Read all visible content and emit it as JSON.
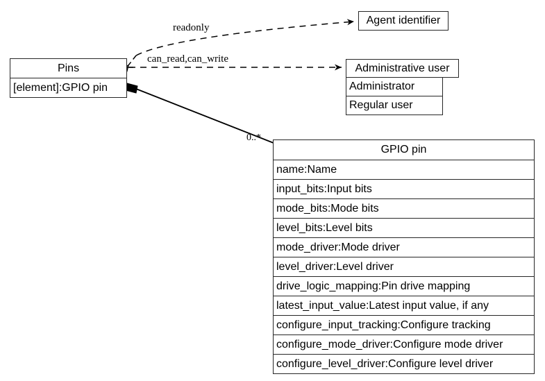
{
  "diagram": {
    "type": "uml-class-diagram",
    "background_color": "#ffffff",
    "line_color": "#000000",
    "border_color": "#262626",
    "classes": [
      {
        "id": "pins",
        "name": "Pins",
        "attributes": [
          "[element]:GPIO pin"
        ]
      },
      {
        "id": "agent-identifier",
        "name": "Agent identifier",
        "attributes": []
      },
      {
        "id": "administrative-user",
        "name": "Administrative user",
        "attributes": [
          "Administrator",
          "Regular user"
        ]
      },
      {
        "id": "gpio-pin",
        "name": "GPIO pin",
        "attributes": [
          "name:Name",
          "input_bits:Input bits",
          "mode_bits:Mode bits",
          "level_bits:Level bits",
          "mode_driver:Mode driver",
          "level_driver:Level driver",
          "drive_logic_mapping:Pin drive mapping",
          "latest_input_value:Latest input value, if any",
          "configure_input_tracking:Configure tracking",
          "configure_mode_driver:Configure mode driver",
          "configure_level_driver:Configure level driver"
        ]
      }
    ],
    "edges": [
      {
        "id": "readonly",
        "from": "pins",
        "to": "agent-identifier",
        "style": "dashed",
        "label": "readonly",
        "arrow": "open"
      },
      {
        "id": "can-read-can-write",
        "from": "pins",
        "to": "administrative-user",
        "style": "dashed",
        "label": "can_read,can_write",
        "arrow": "open"
      },
      {
        "id": "composition",
        "from": "pins",
        "to": "gpio-pin",
        "style": "solid",
        "label": "0..*",
        "arrow": "filled-diamond"
      }
    ]
  }
}
